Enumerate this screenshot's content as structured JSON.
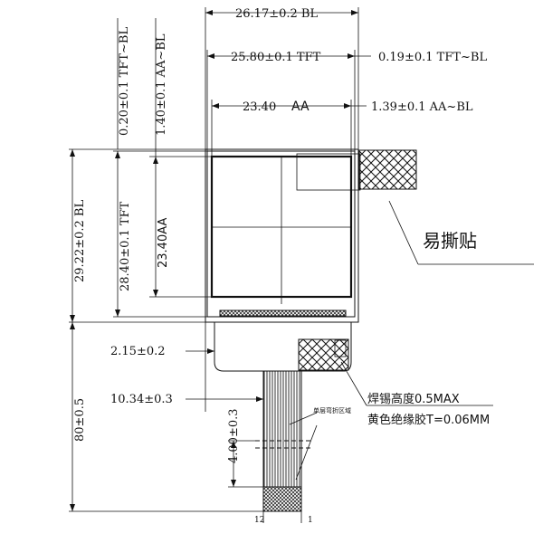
{
  "dimensions": {
    "top_bl_width": "26.17±0.2 BL",
    "tft_width": "25.80±0.1 TFT",
    "tft_bl_offset": "0.19±0.1 TFT~BL",
    "aa_width_value": "23.40",
    "aa_width_unit": "AA",
    "aa_bl_offset": "1.39±0.1 AA~BL",
    "left_tft_bl": "0.20±0.1 TFT~BL",
    "left_aa_bl": "1.40±0.1 AA~BL",
    "bl_height": "29.22±0.2 BL",
    "tft_height": "28.40±0.1 TFT",
    "aa_height": "23.40AA",
    "fpc_offset_a": "2.15±0.2",
    "fpc_offset_b": "10.34±0.3",
    "total_length": "80±0.5",
    "stiffener_length": "4.00±0.3"
  },
  "callouts": {
    "easy_peel_tab": "易撕贴",
    "solder_height": "焊锡高度0.5MAX",
    "yellow_tape": "黄色绝缘胶T=0.06MM",
    "single_layer_bend": "单层弯折区域"
  },
  "pins": {
    "pin_last": "12",
    "pin_first": "1"
  }
}
